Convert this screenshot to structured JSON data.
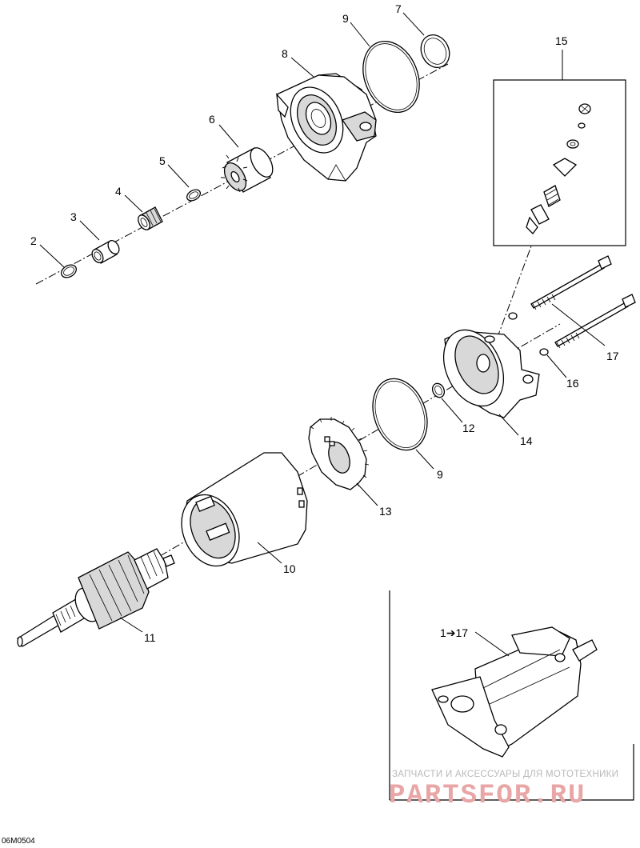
{
  "callouts": {
    "c2": "2",
    "c3": "3",
    "c4": "4",
    "c5": "5",
    "c6": "6",
    "c7": "7",
    "c8": "8",
    "c9a": "9",
    "c9b": "9",
    "c10": "10",
    "c11": "11",
    "c12": "12",
    "c13": "13",
    "c14": "14",
    "c15": "15",
    "c16": "16",
    "c17": "17",
    "assembly": "1➔17"
  },
  "watermark": {
    "line1": "ЗАПЧАСТИ И АКСЕССУАРЫ ДЛЯ МОТОТЕХНИКИ",
    "line2": "PARTSFOR.RU"
  },
  "figure_code": "06M0504"
}
